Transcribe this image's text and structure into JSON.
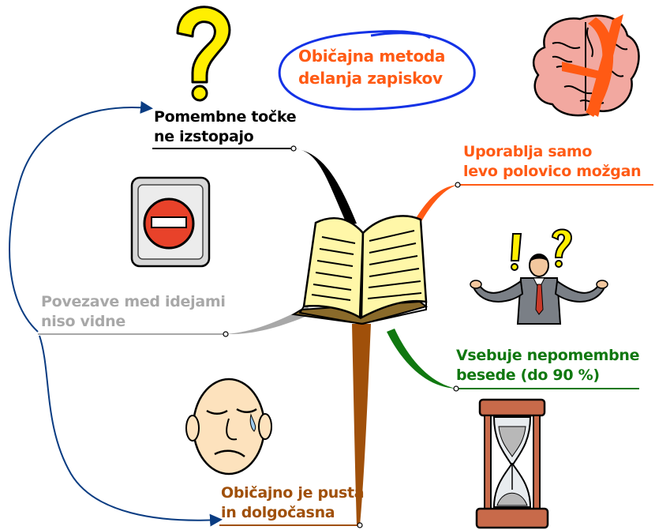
{
  "central_title": {
    "line1": "Običajna metoda",
    "line2": "delanja zapiskov",
    "color": "#ff5a14",
    "ellipse_color": "#1432e6"
  },
  "branches": [
    {
      "id": "tocke",
      "line1": "Pomembne točke",
      "line2": "ne izstopajo",
      "color": "#000000"
    },
    {
      "id": "mozgan",
      "line1": "Uporablja samo",
      "line2": "levo polovico možgan",
      "color": "#ff5a14"
    },
    {
      "id": "povezave",
      "line1": "Povezave med idejami",
      "line2": "niso vidne",
      "color": "#a8a8a8"
    },
    {
      "id": "besede",
      "line1": "Vsebuje nepomembne",
      "line2": "besede (do 90 %)",
      "color": "#107810"
    },
    {
      "id": "pusta",
      "line1": "Običajno je pusta",
      "line2": "in dolgočasna",
      "color": "#a0500a"
    }
  ],
  "connector_color": "#0a3c82",
  "icons": [
    "question-mark-icon",
    "crossed-brain-icon",
    "no-entry-sign-icon",
    "confused-man-icon",
    "book-icon",
    "bored-face-icon",
    "hourglass-icon"
  ]
}
